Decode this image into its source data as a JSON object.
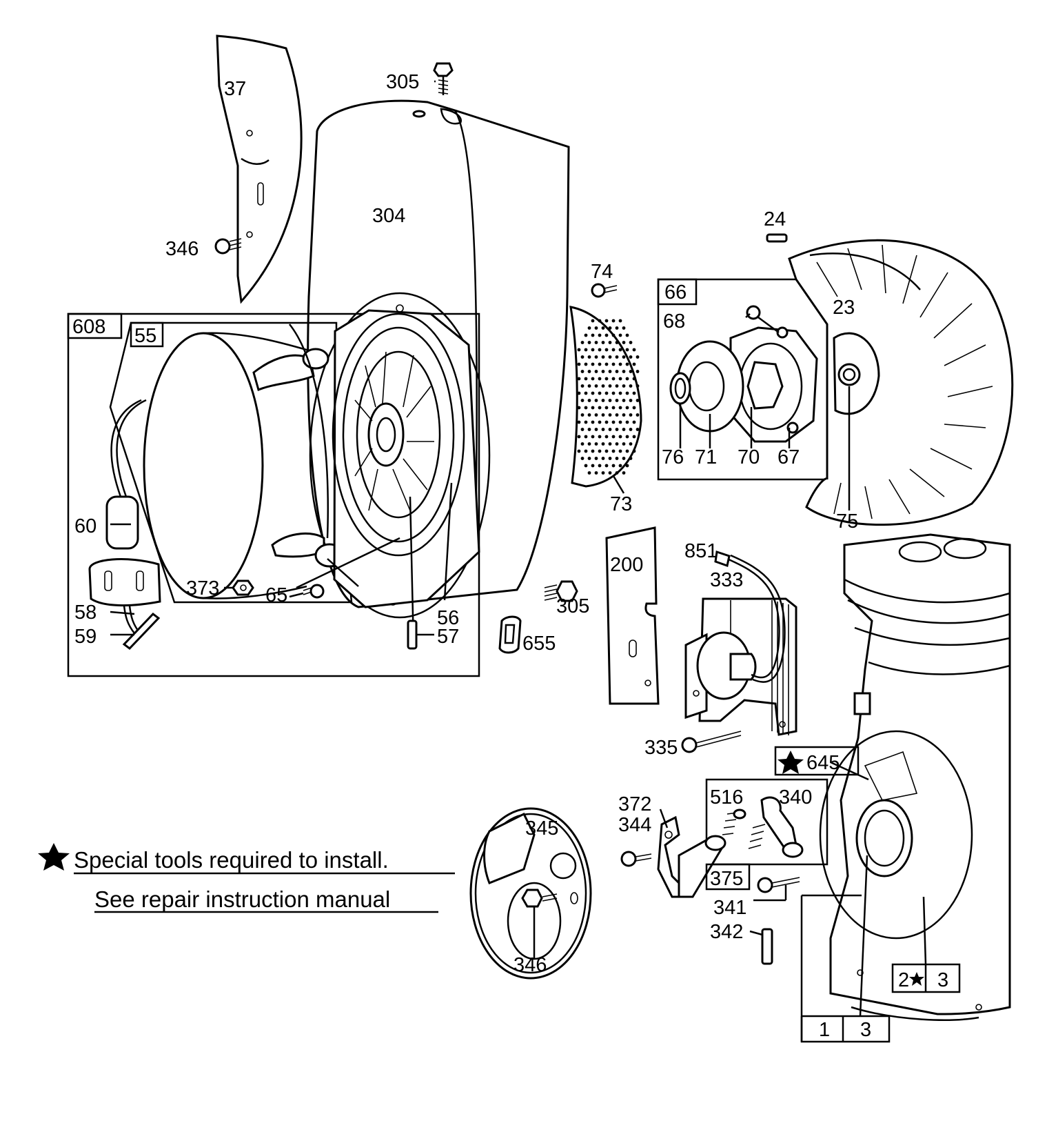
{
  "labels": {
    "p37": "37",
    "p305_top": "305",
    "p304": "304",
    "p346_left": "346",
    "p24": "24",
    "p74": "74",
    "p66": "66",
    "p68": "68",
    "p23": "23",
    "p608": "608",
    "p55": "55",
    "p76": "76",
    "p71": "71",
    "p70": "70",
    "p67": "67",
    "p73": "73",
    "p75": "75",
    "p60": "60",
    "p851": "851",
    "p200": "200",
    "p333": "333",
    "p373": "373",
    "p65": "65",
    "p305_mid": "305",
    "p56": "56",
    "p58": "58",
    "p59": "59",
    "p57": "57",
    "p655": "655",
    "p335": "335",
    "p645": "645",
    "p516": "516",
    "p340": "340",
    "p372": "372",
    "p344": "344",
    "p345": "345",
    "p375": "375",
    "p341": "341",
    "p342": "342",
    "p346_bottom": "346",
    "p2": "2",
    "p3_box": "3",
    "p1": "1",
    "p3_bottom": "3"
  },
  "note": {
    "line1": "Special tools required to install.",
    "line2": "See repair instruction manual"
  }
}
